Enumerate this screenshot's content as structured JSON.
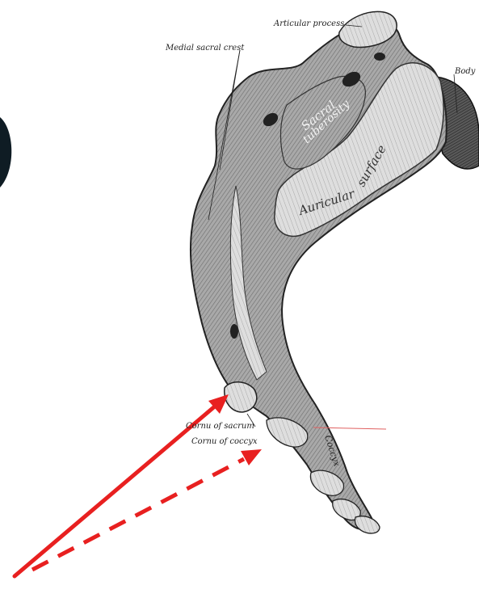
{
  "labels": {
    "articular_process": "Articular process",
    "medial_sacral_crest": "Medial sacral crest",
    "body": "Body",
    "sacral_tuberosity_line1": "Sacral",
    "sacral_tuberosity_line2": "tuberosity",
    "auricular_surface_word1": "Auricular",
    "auricular_surface_word2": "surface",
    "cornu_of_sacrum": "Cornu of sacrum",
    "cornu_of_coccyx": "Cornu of coccyx",
    "coccyx": "Coccyx"
  },
  "colors": {
    "bone_fill": "#b8b8b8",
    "bone_shadow": "#2a2a2a",
    "surface_light": "#e9e9e9",
    "annotation_red": "#e82020",
    "dark_badge": "#0f1c24"
  },
  "annotations": {
    "arrows": [
      {
        "style": "solid",
        "target": "cornu_of_sacrum"
      },
      {
        "style": "dashed",
        "target": "cornu_of_coccyx"
      }
    ]
  }
}
